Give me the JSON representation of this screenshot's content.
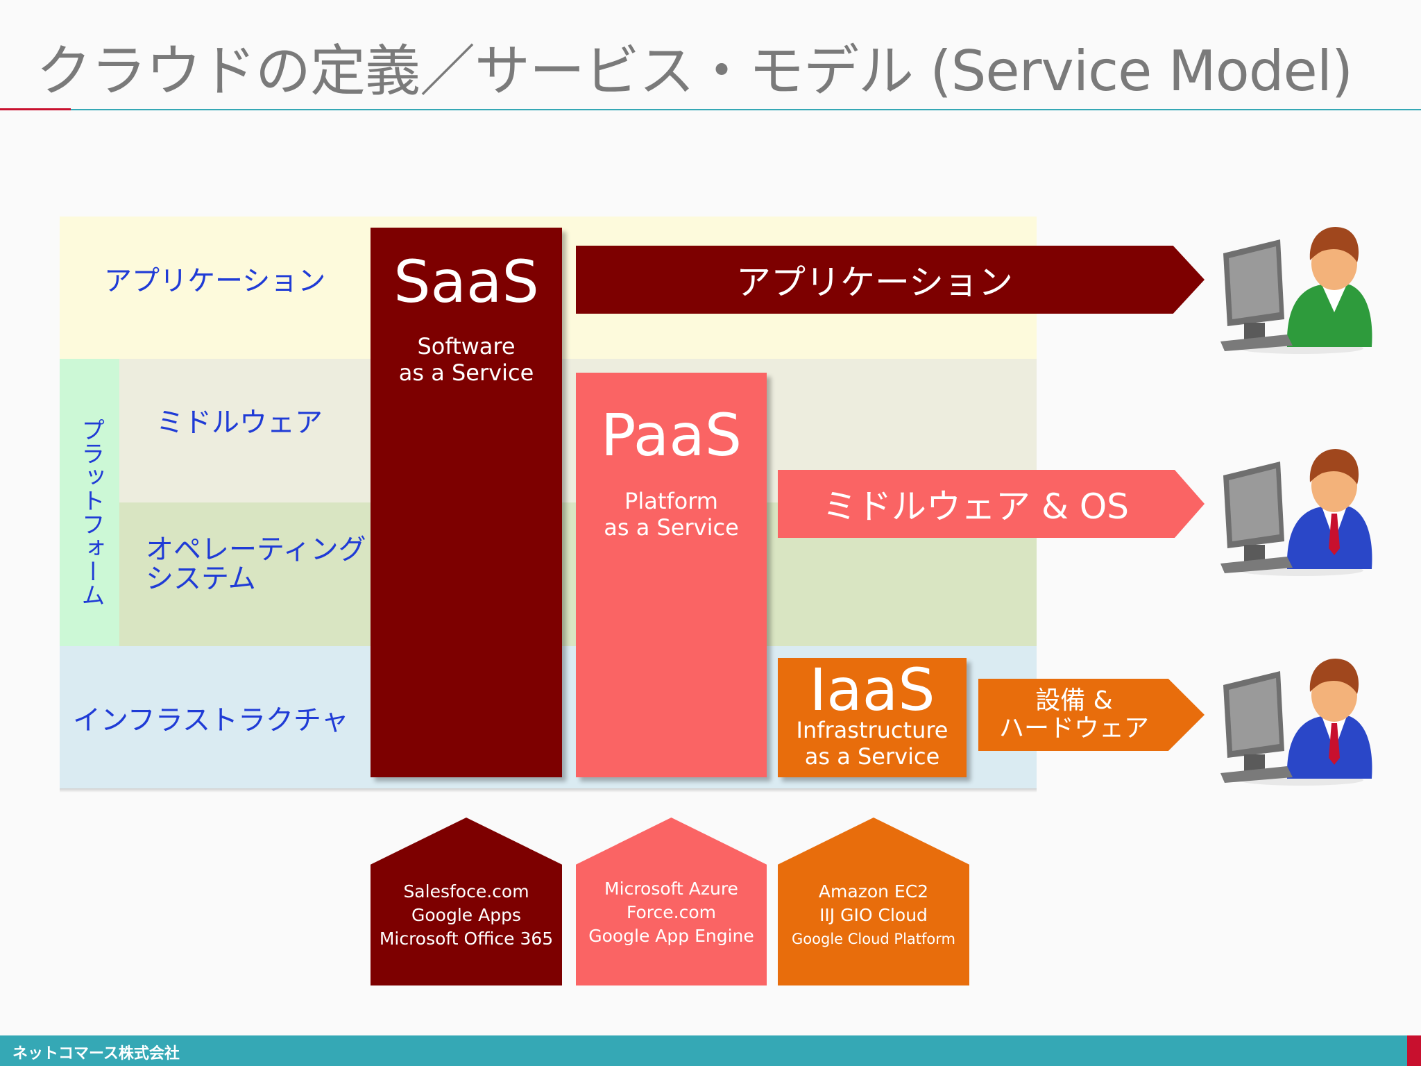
{
  "title": "クラウドの定義／サービス・モデル (Service Model)",
  "layers": {
    "application": "アプリケーション",
    "platform": "プラットフォーム",
    "middleware": "ミドルウェア",
    "os_line1": "オペレーティング",
    "os_line2": "システム",
    "infrastructure": "インフラストラクチャ"
  },
  "saas": {
    "name": "SaaS",
    "sub1": "Software",
    "sub2": "as a Service"
  },
  "paas": {
    "name": "PaaS",
    "sub1": "Platform",
    "sub2": "as a Service"
  },
  "iaas": {
    "name": "IaaS",
    "sub1": "Infrastructure",
    "sub2": "as a Service"
  },
  "arrows": {
    "application": "アプリケーション",
    "middleware_os": "ミドルウェア & OS",
    "facility_line1": "設備 &",
    "facility_line2": "ハードウェア"
  },
  "examples": {
    "saas": [
      "Salesfoce.com",
      "Google Apps",
      "Microsoft Office 365"
    ],
    "paas": [
      "Microsoft Azure",
      "Force.com",
      "Google App Engine"
    ],
    "iaas": [
      "Amazon EC2",
      "IIJ GIO Cloud",
      "Google Cloud Platform"
    ]
  },
  "footer": "ネットコマース株式会社",
  "colors": {
    "saas": "#7d0000",
    "paas": "#fa6464",
    "iaas": "#e86d0c",
    "label_blue": "#1f3bd6",
    "accent_teal": "#35a8b5",
    "accent_red": "#c8102e"
  }
}
